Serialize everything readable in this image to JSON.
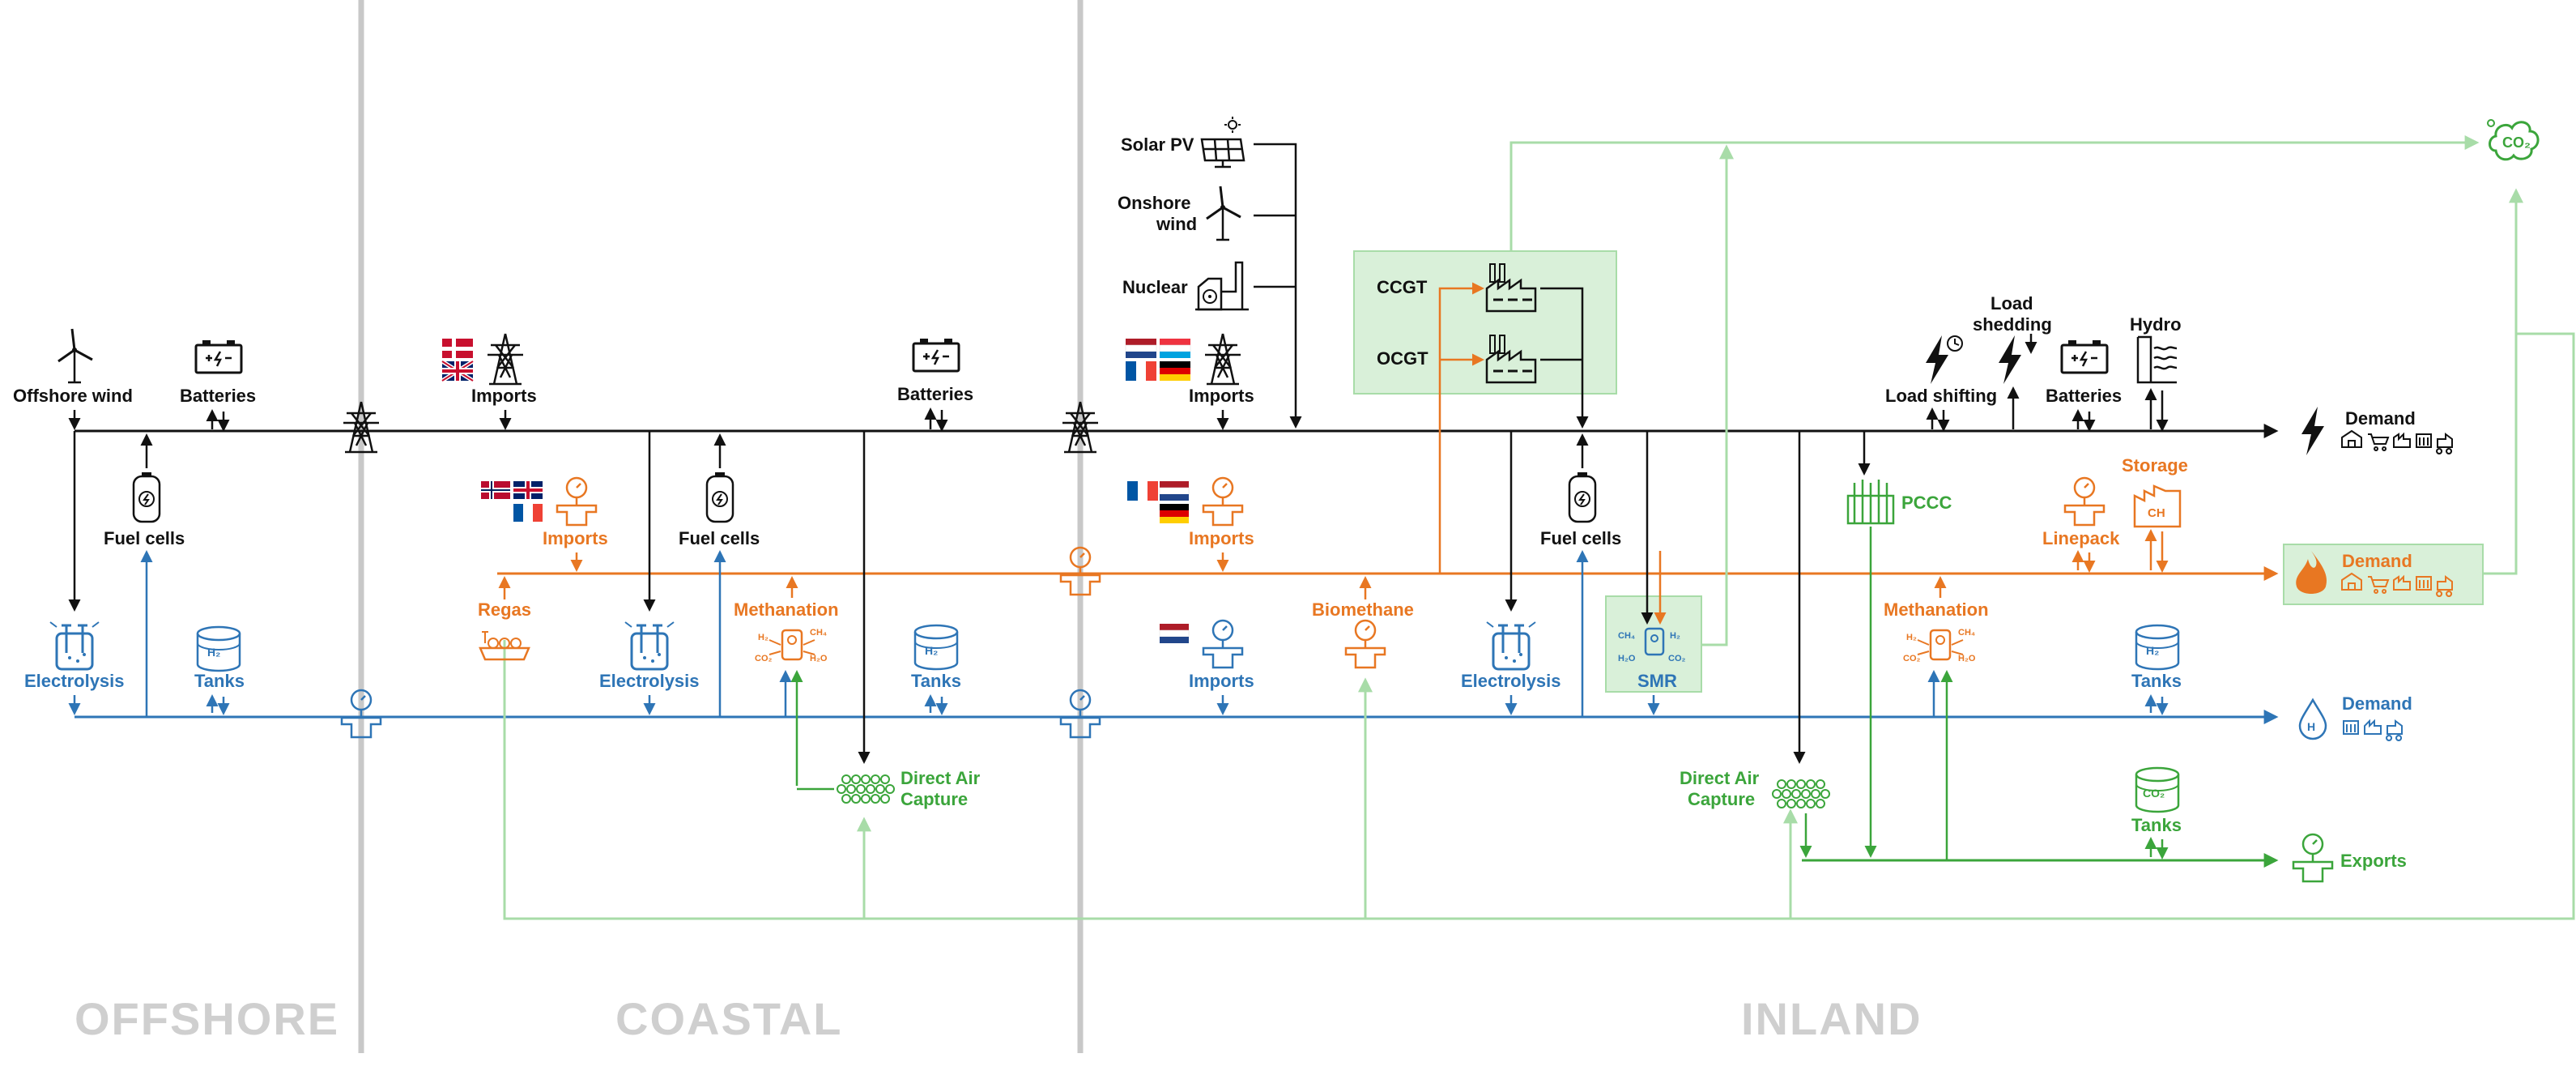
{
  "colors": {
    "electricity": "#111111",
    "gas": "#E87722",
    "hydrogen": "#2E75B6",
    "co2": "#3BA53B",
    "co2_light": "#A8DCA8",
    "box_fill": "#D9F0D9",
    "zone_divider": "#C8C8C8",
    "zone_text": "#CFCFCF"
  },
  "zones": [
    "OFFSHORE",
    "COASTAL",
    "INLAND"
  ],
  "labels": {
    "offshore_wind": "Offshore wind",
    "offshore_batteries": "Batteries",
    "offshore_fuel_cells": "Fuel cells",
    "offshore_electrolysis": "Electrolysis",
    "offshore_tanks": "Tanks",
    "coastal_imports_elec": "Imports",
    "coastal_batteries": "Batteries",
    "coastal_imports_gas": "Imports",
    "coastal_fuel_cells": "Fuel cells",
    "coastal_methanation": "Methanation",
    "coastal_regas": "Regas",
    "coastal_electrolysis": "Electrolysis",
    "coastal_tanks": "Tanks",
    "coastal_dac_1": "Direct Air",
    "coastal_dac_2": "Capture",
    "solar_pv": "Solar PV",
    "onshore_wind_1": "Onshore",
    "onshore_wind_2": "wind",
    "nuclear": "Nuclear",
    "inland_imports_elec": "Imports",
    "ccgt": "CCGT",
    "ocgt": "OCGT",
    "inland_imports_gas": "Imports",
    "biomethane": "Biomethane",
    "inland_imports_h2": "Imports",
    "inland_electrolysis": "Electrolysis",
    "inland_fuel_cells": "Fuel cells",
    "smr": "SMR",
    "pccc": "PCCC",
    "load_shifting": "Load shifting",
    "load_shedding_1": "Load",
    "load_shedding_2": "shedding",
    "inland_batteries": "Batteries",
    "hydro": "Hydro",
    "demand_elec": "Demand",
    "linepack": "Linepack",
    "storage": "Storage",
    "demand_gas": "Demand",
    "inland_methanation": "Methanation",
    "inland_tanks_h2": "Tanks",
    "demand_h2": "Demand",
    "inland_dac_1": "Direct Air",
    "inland_dac_2": "Capture",
    "inland_tanks_co2": "Tanks",
    "exports": "Exports"
  }
}
